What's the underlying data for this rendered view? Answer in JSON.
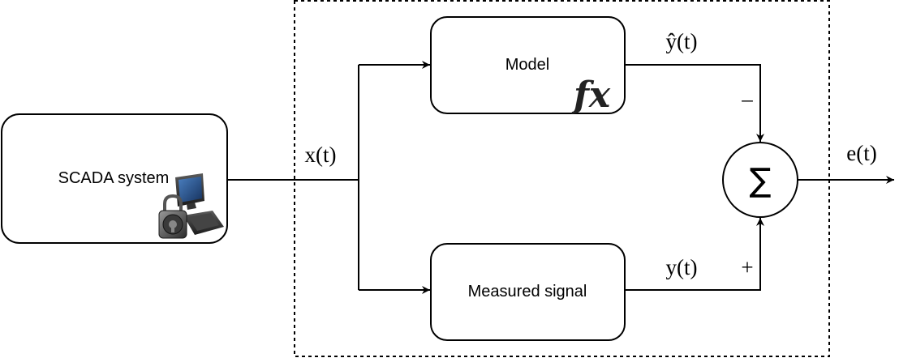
{
  "blocks": {
    "scada": "SCADA system",
    "model": "Model",
    "measured": "Measured signal"
  },
  "signals": {
    "input": "x(t)",
    "model_output": "ŷ(t)",
    "measured_output": "y(t)",
    "error": "e(t)"
  },
  "summing_junction": {
    "symbol": "∑",
    "minus_sign": "–",
    "plus_sign": "+"
  },
  "icons": {
    "function": "fx",
    "scada": "computer-lock-icon"
  }
}
